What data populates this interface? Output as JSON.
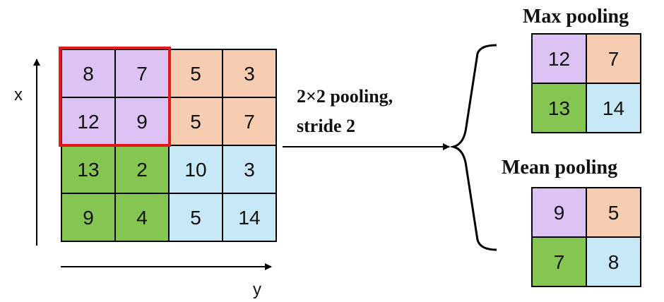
{
  "colors": {
    "purple": "#DDC3F4",
    "orange": "#F7CDB1",
    "green": "#85C552",
    "blue": "#C7E8F6",
    "highlight": "#E8141C",
    "line": "#000000"
  },
  "input_grid": {
    "rows": [
      [
        {
          "v": "8",
          "c": "purple"
        },
        {
          "v": "7",
          "c": "purple"
        },
        {
          "v": "5",
          "c": "orange"
        },
        {
          "v": "3",
          "c": "orange"
        }
      ],
      [
        {
          "v": "12",
          "c": "purple"
        },
        {
          "v": "9",
          "c": "purple"
        },
        {
          "v": "5",
          "c": "orange"
        },
        {
          "v": "7",
          "c": "orange"
        }
      ],
      [
        {
          "v": "13",
          "c": "green"
        },
        {
          "v": "2",
          "c": "green"
        },
        {
          "v": "10",
          "c": "blue"
        },
        {
          "v": "3",
          "c": "blue"
        }
      ],
      [
        {
          "v": "9",
          "c": "green"
        },
        {
          "v": "4",
          "c": "green"
        },
        {
          "v": "5",
          "c": "blue"
        },
        {
          "v": "14",
          "c": "blue"
        }
      ]
    ]
  },
  "axis": {
    "x_label": "x",
    "y_label": "y"
  },
  "operation": {
    "line1": "2×2 pooling,",
    "line2": "stride 2"
  },
  "max_pooling": {
    "title": "Max pooling",
    "rows": [
      [
        {
          "v": "12",
          "c": "purple"
        },
        {
          "v": "7",
          "c": "orange"
        }
      ],
      [
        {
          "v": "13",
          "c": "green"
        },
        {
          "v": "14",
          "c": "blue"
        }
      ]
    ]
  },
  "mean_pooling": {
    "title": "Mean pooling",
    "rows": [
      [
        {
          "v": "9",
          "c": "purple"
        },
        {
          "v": "5",
          "c": "orange"
        }
      ],
      [
        {
          "v": "7",
          "c": "green"
        },
        {
          "v": "8",
          "c": "blue"
        }
      ]
    ]
  }
}
